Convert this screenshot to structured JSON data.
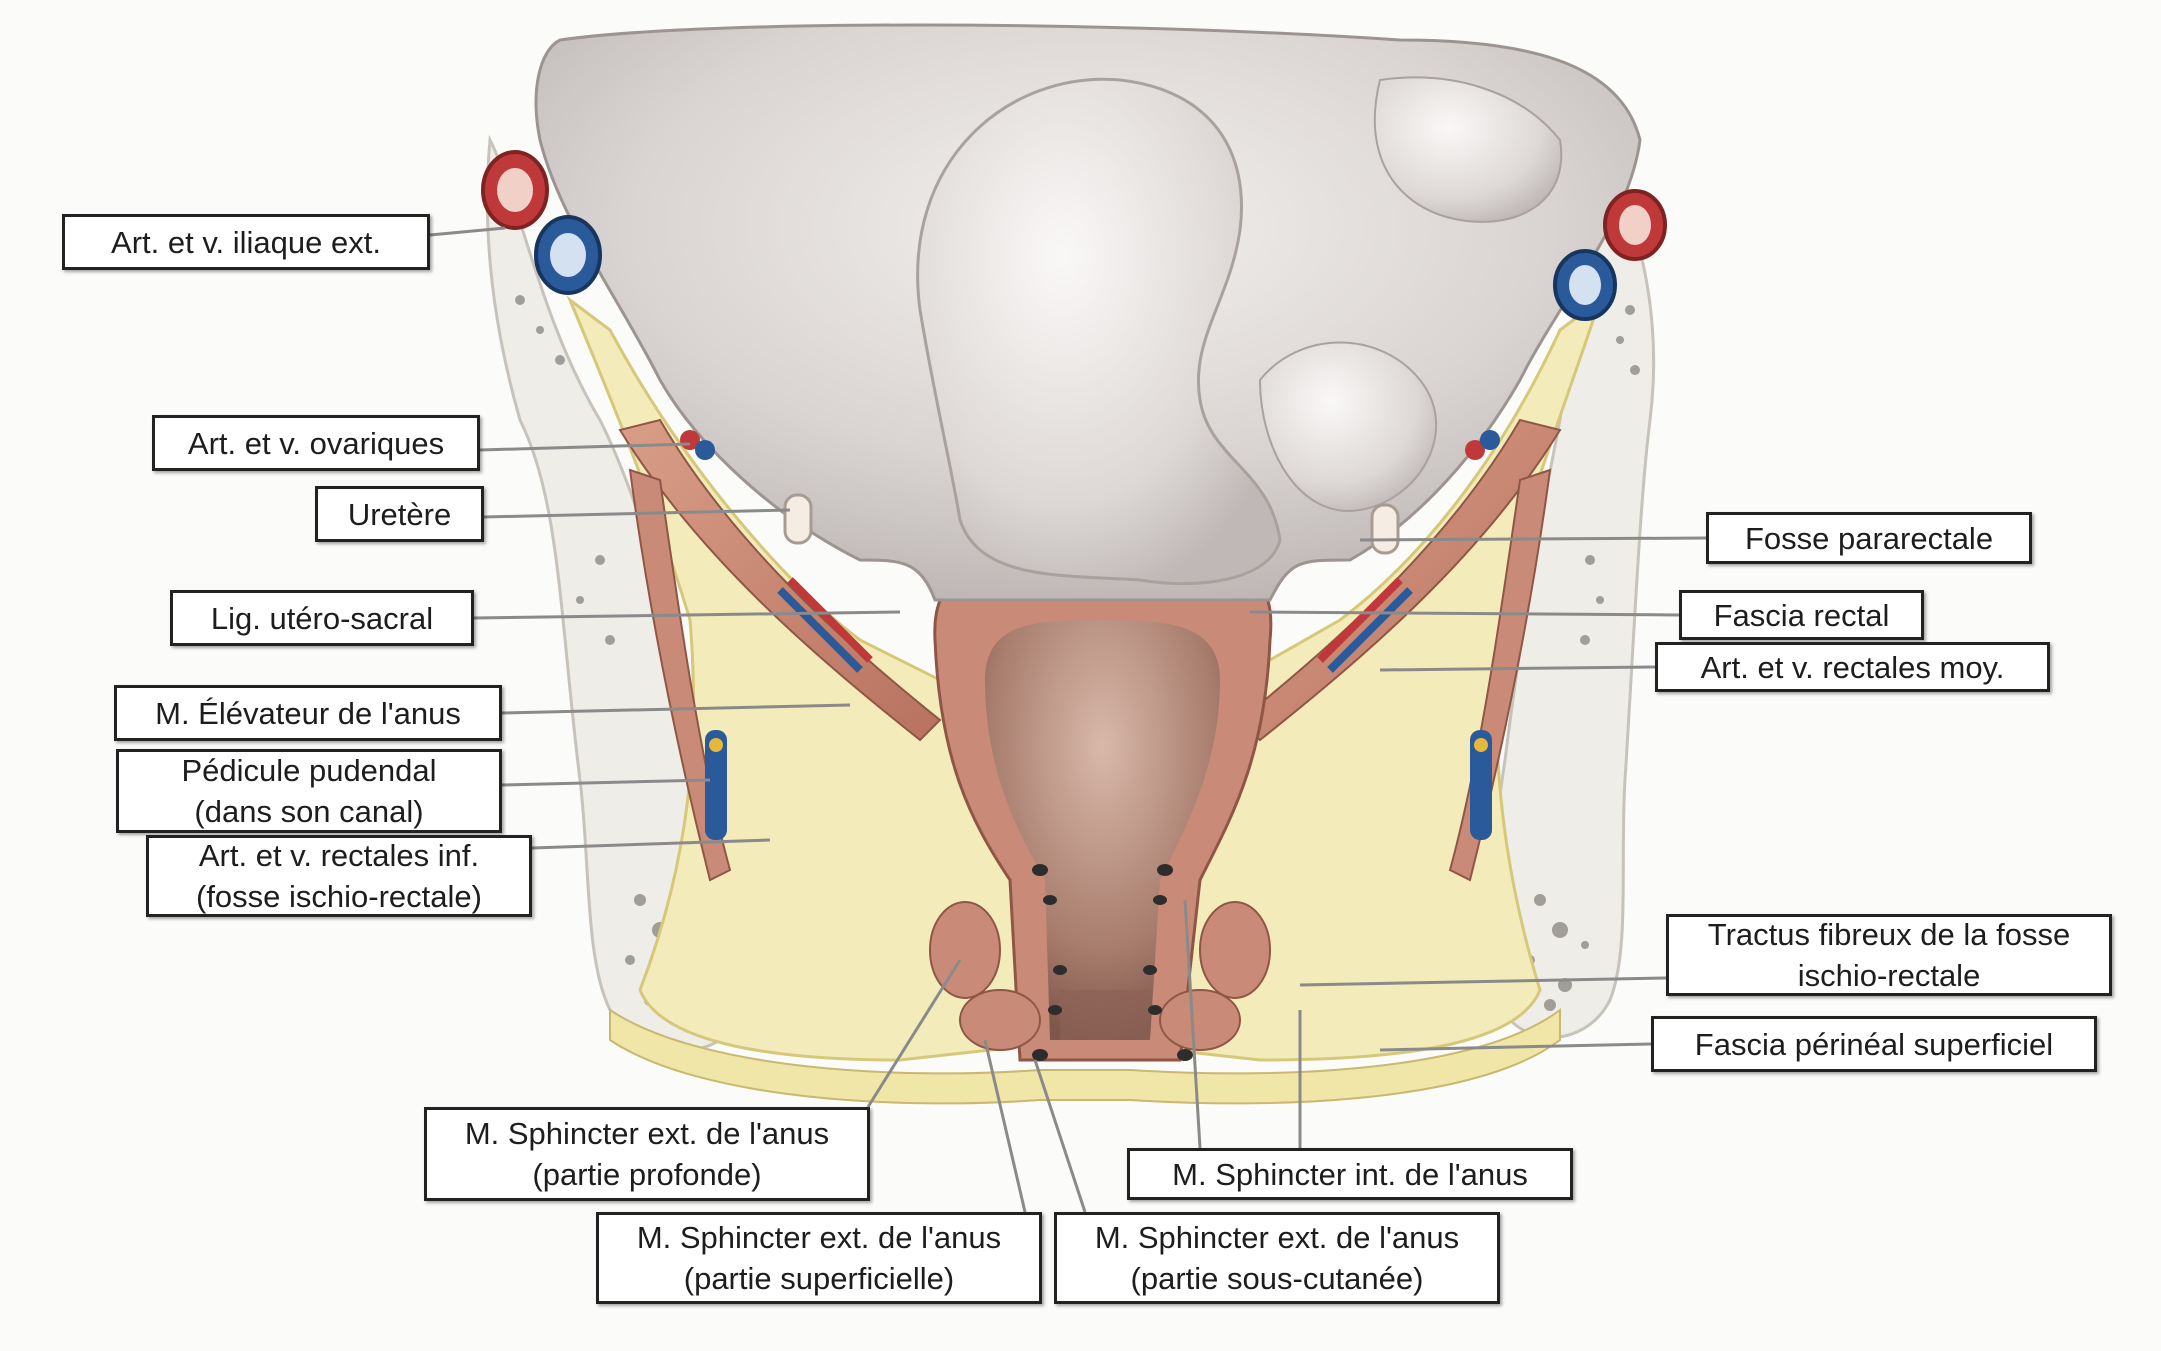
{
  "colors": {
    "background": "#fbfbf9",
    "bone": "#eeece6",
    "peritoneum_intestine": "#dedad8",
    "fat": "#f2eab8",
    "muscle": "#c98b78",
    "artery": "#c0393a",
    "vein": "#2a5a9a",
    "rectal_lumen": "#a87f70"
  },
  "labels_left": [
    {
      "lines": [
        "Art. et v. iliaque ext."
      ]
    },
    {
      "lines": [
        "Art. et v. ovariques"
      ]
    },
    {
      "lines": [
        "Uretère"
      ]
    },
    {
      "lines": [
        "Lig. utéro-sacral"
      ]
    },
    {
      "lines": [
        "M. Élévateur de l'anus"
      ]
    },
    {
      "lines": [
        "Pédicule pudendal",
        "(dans son canal)"
      ]
    },
    {
      "lines": [
        "Art. et v. rectales inf.",
        "(fosse ischio-rectale)"
      ]
    }
  ],
  "labels_right": [
    {
      "lines": [
        "Fosse pararectale"
      ]
    },
    {
      "lines": [
        "Fascia rectal"
      ]
    },
    {
      "lines": [
        "Art. et v. rectales moy."
      ]
    },
    {
      "lines": [
        "Tractus fibreux de la fosse",
        "ischio-rectale"
      ]
    },
    {
      "lines": [
        "Fascia périnéal superficiel"
      ]
    }
  ],
  "labels_bottom": [
    {
      "lines": [
        "M. Sphincter ext. de l'anus",
        "(partie profonde)"
      ]
    },
    {
      "lines": [
        "M. Sphincter int. de l'anus"
      ]
    },
    {
      "lines": [
        "M. Sphincter ext. de l'anus",
        "(partie superficielle)"
      ]
    },
    {
      "lines": [
        "M. Sphincter ext. de l'anus",
        "(partie sous-cutanée)"
      ]
    }
  ]
}
